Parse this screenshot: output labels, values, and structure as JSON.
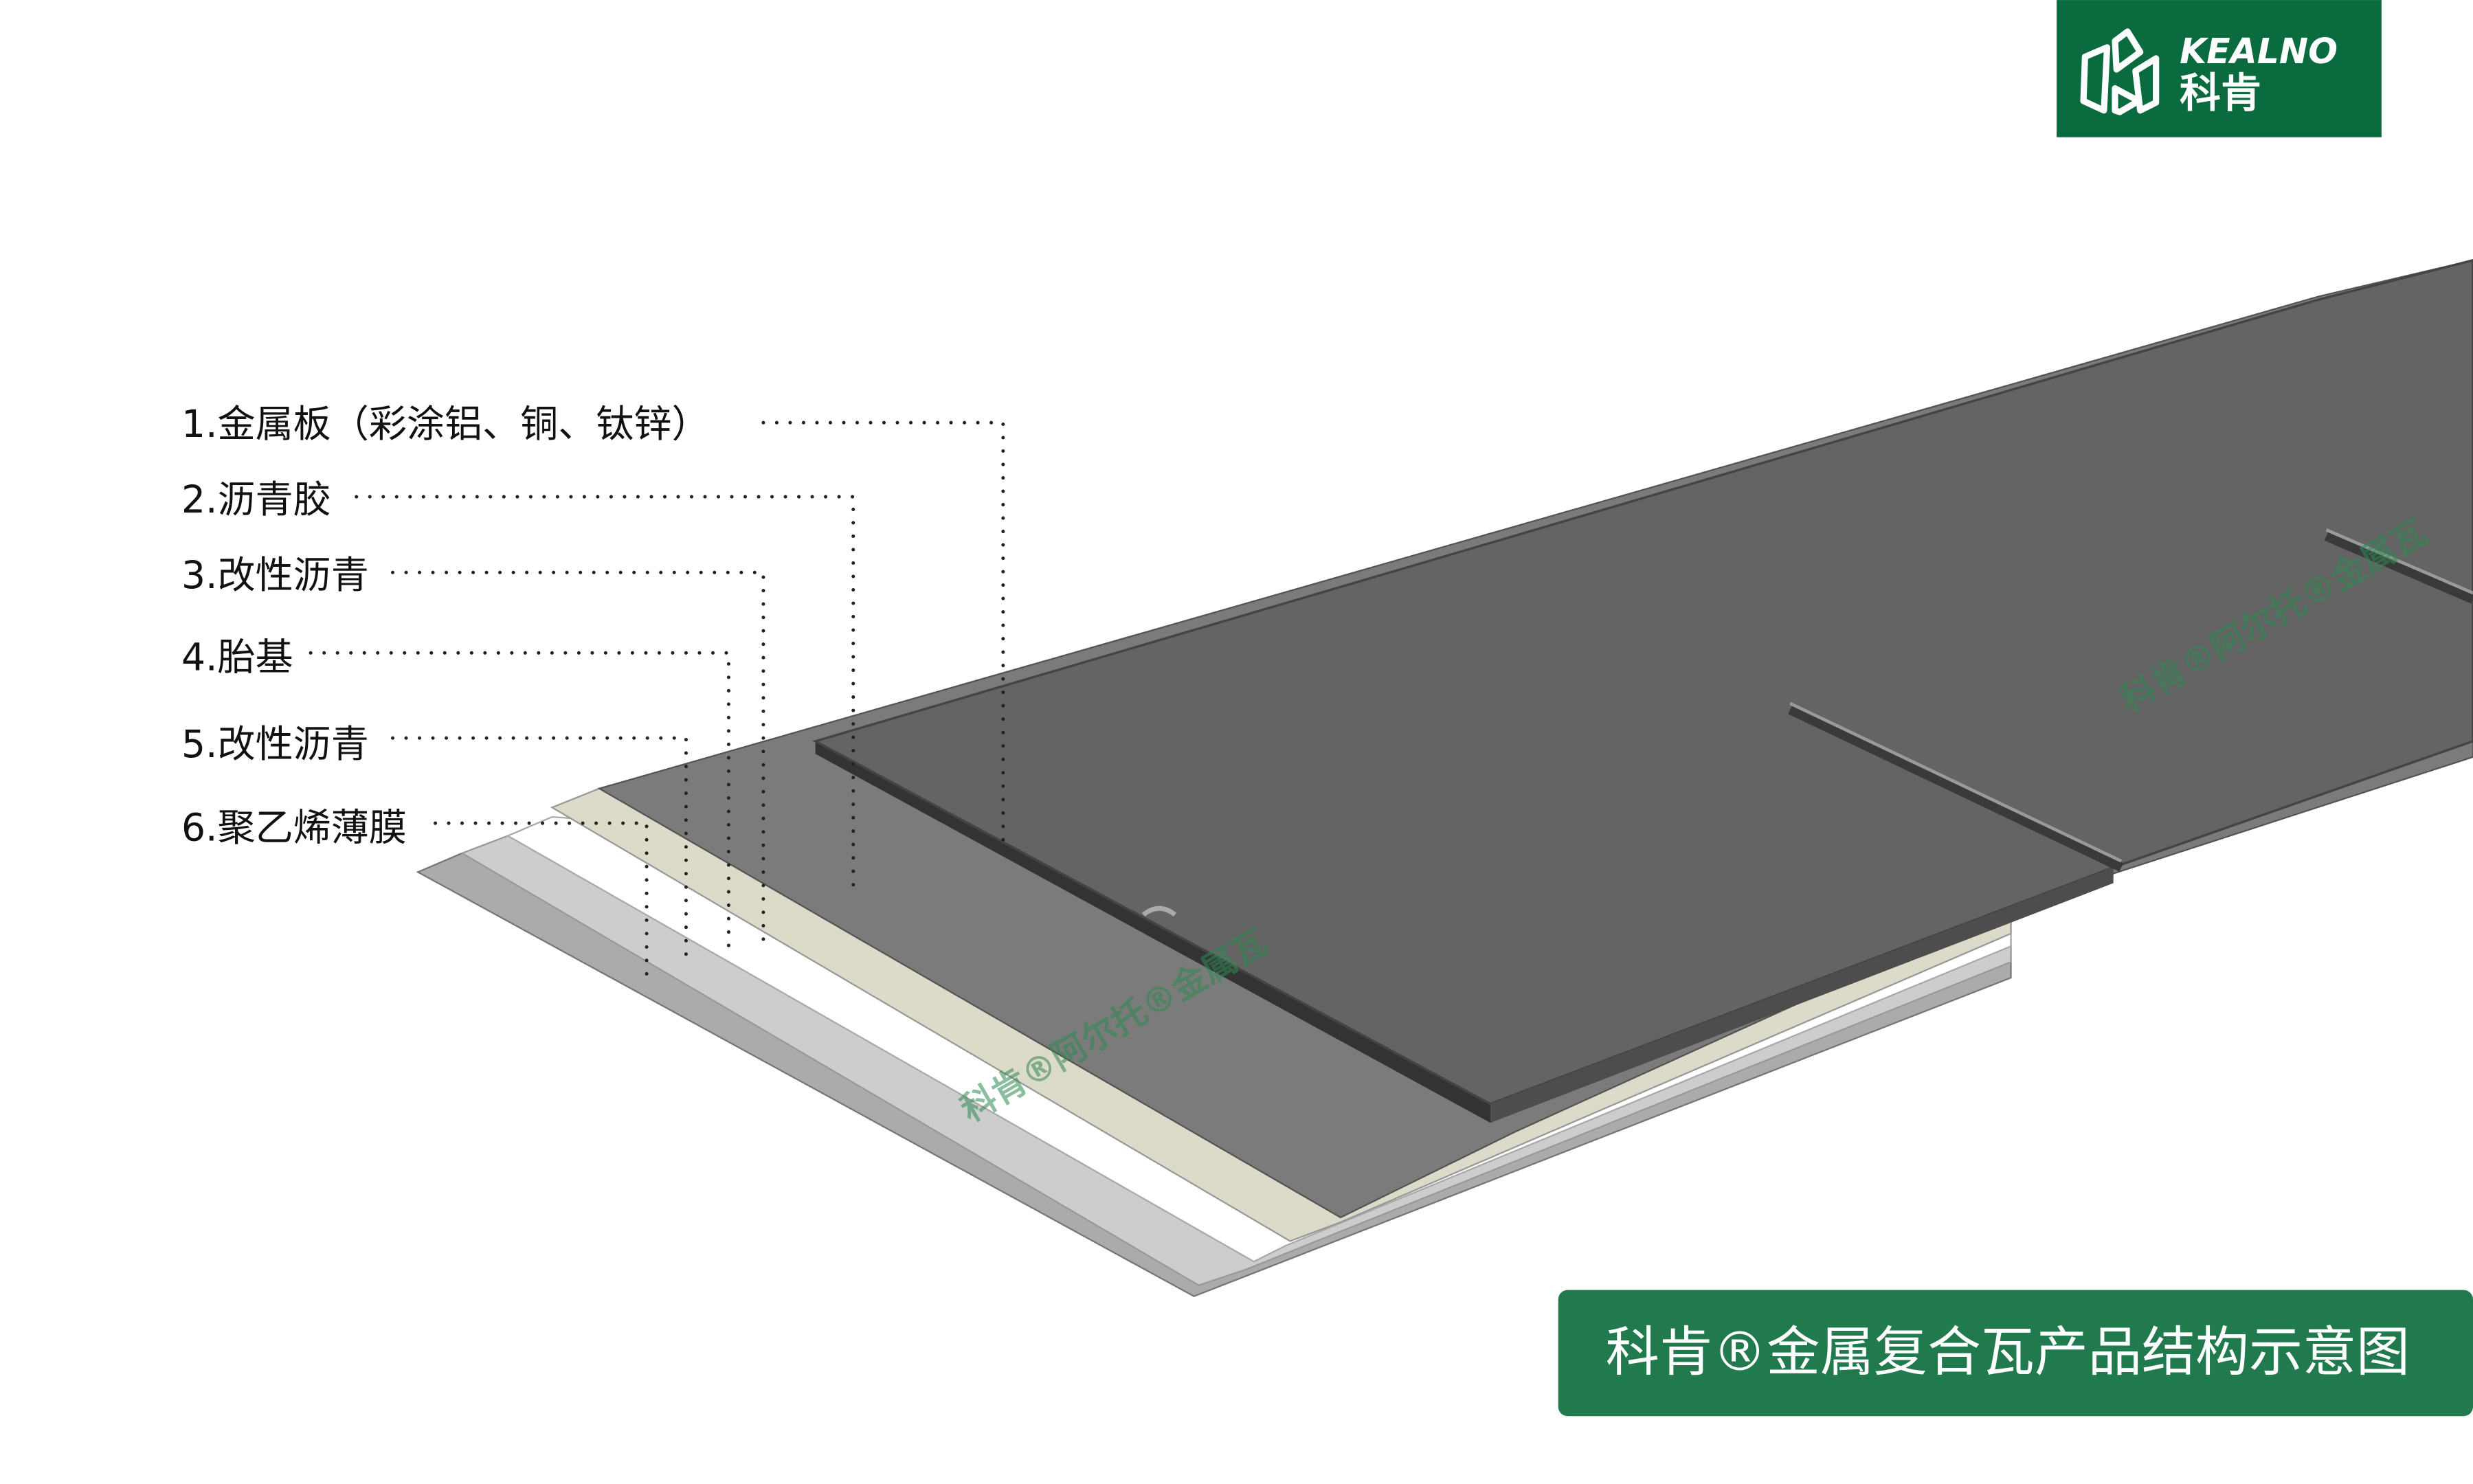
{
  "brand": {
    "name_en": "KEALNO",
    "name_cn": "科肯",
    "color": "#0a6b3f"
  },
  "layers": [
    {
      "label": "1.金属板（彩涂铝、铜、钛锌）",
      "color": "#646464"
    },
    {
      "label": "2.沥青胶",
      "color": "#7b7b7b"
    },
    {
      "label": "3.改性沥青",
      "color": "#dcdac8"
    },
    {
      "label": "4.胎基",
      "color": "#ffffff"
    },
    {
      "label": "5.改性沥青",
      "color": "#cdcdcd"
    },
    {
      "label": "6.聚乙烯薄膜",
      "color": "#ababab"
    }
  ],
  "watermark": "科肯®阿尔托®金属瓦",
  "banner": {
    "title": "科肯®金属复合瓦产品结构示意图",
    "color": "#217a4e"
  }
}
